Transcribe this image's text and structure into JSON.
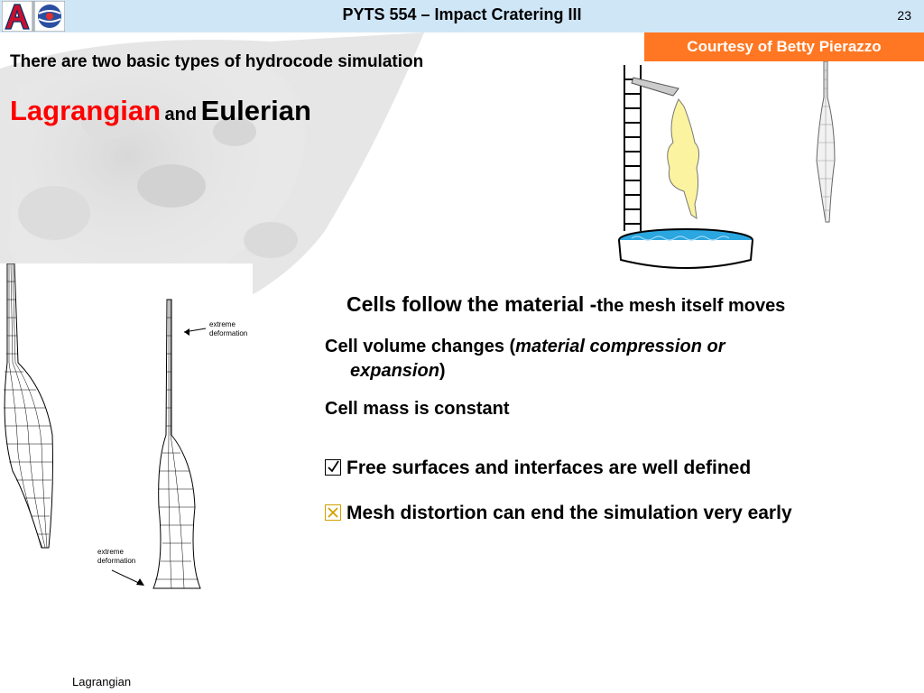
{
  "header": {
    "title": "PYTS 554 – Impact Cratering III",
    "page_number": "23"
  },
  "courtesy": "Courtesy of Betty Pierazzo",
  "intro": "There are two basic types of hydrocode simulation",
  "types": {
    "lagrangian": "Lagrangian",
    "and": "and",
    "eulerian": "Eulerian"
  },
  "figure": {
    "label_top": [
      "extreme",
      "deformation"
    ],
    "label_bottom": [
      "extreme",
      "deformation"
    ],
    "caption": "Lagrangian"
  },
  "bullets": {
    "b1_main": "Cells follow the material -",
    "b1_small": "the mesh itself moves",
    "b2_pre": "Cell volume changes (",
    "b2_italic1": "material compression or",
    "b2_italic2": "expansion",
    "b2_post": ")",
    "b3": "Cell mass is constant",
    "b4": "Free surfaces and interfaces are well defined",
    "b5": "Mesh distortion can end the simulation very early"
  },
  "icons": {
    "b4": "checkbox-checked-icon",
    "b5": "checkbox-crossed-icon"
  },
  "colors": {
    "header_bg": "#cfe6f7",
    "courtesy_bg": "#ff7722",
    "lagrangian": "#ff0000",
    "cross_icon": "#d4a000"
  }
}
